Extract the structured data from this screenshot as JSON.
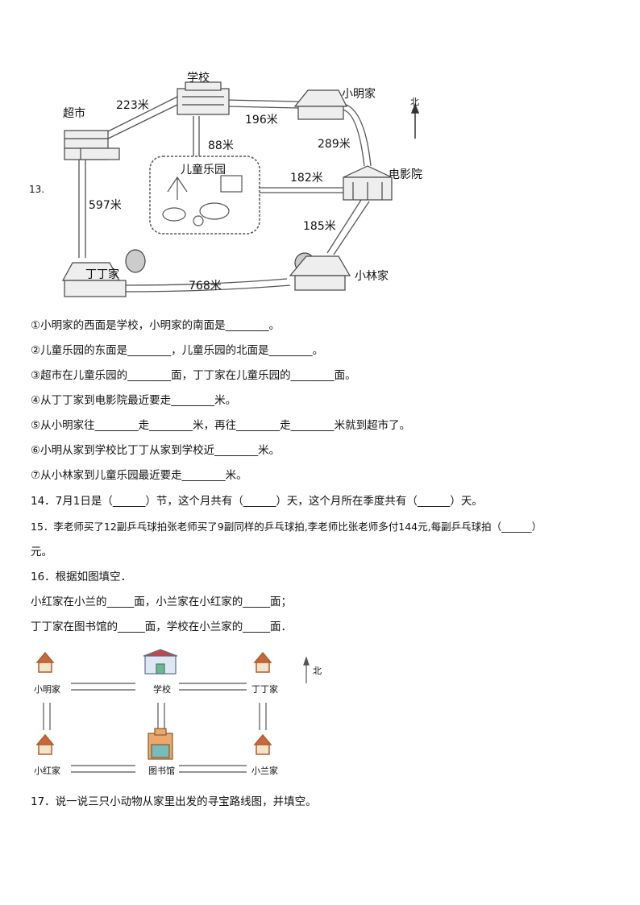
{
  "q13": {
    "number": "13.",
    "map": {
      "places": {
        "school": "学校",
        "supermarket": "超市",
        "xiaoming_home": "小明家",
        "cinema": "电影院",
        "playground": "儿童乐园",
        "dingding_home": "丁丁家",
        "xiaolin_home": "小林家"
      },
      "distances": {
        "supermarket_school": "223米",
        "school_xiaoming": "196米",
        "school_playground": "88米",
        "xiaoming_cinema": "289米",
        "playground_cinema": "182米",
        "supermarket_dingding": "597米",
        "cinema_xiaolin": "185米",
        "dingding_xiaolin": "768米"
      },
      "north": "北"
    },
    "items": [
      "①小明家的西面是学校，小明家的南面是________。",
      "②儿童乐园的东面是________，儿童乐园的北面是________。",
      "③超市在儿童乐园的________面，丁丁家在儿童乐园的________面。",
      "④从丁丁家到电影院最近要走________米。",
      "⑤从小明家往________走________米，再往________走________米就到超市了。",
      "⑥小明从家到学校比丁丁从家到学校近________米。",
      "⑦从小林家到儿童乐园最近要走________米。"
    ]
  },
  "q14": "14．7月1日是（______）节，这个月共有（______）天，这个月所在季度共有（______）天。",
  "q15": {
    "line1": "15．李老师买了12副乒乓球拍张老师买了9副同样的乒乓球拍,李老师比张老师多付144元,每副乒乓球拍（______）",
    "line2": "元。"
  },
  "q16": {
    "title": "16．根据如图填空．",
    "line1": "小红家在小兰的_____面，小兰家在小红家的_____面；",
    "line2": "丁丁家在图书馆的_____面，学校在小兰家的_____面．",
    "map": {
      "labels": {
        "xiaoming": "小明家",
        "school": "学校",
        "dingding": "丁丁家",
        "xiaohong": "小红家",
        "library": "图书馆",
        "xiaolan": "小兰家"
      },
      "north": "北"
    }
  },
  "q17": "17．说一说三只小动物从家里出发的寻宝路线图，并填空。"
}
